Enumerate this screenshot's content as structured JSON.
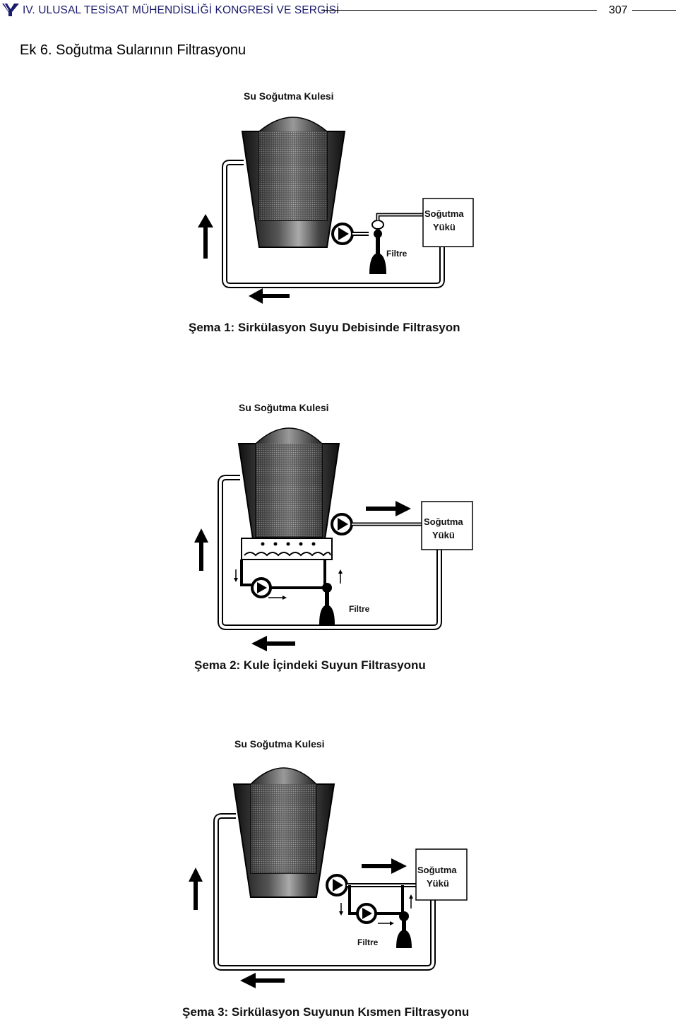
{
  "header": {
    "conference": "IV. ULUSAL TESİSAT MÜHENDİSLİĞİ KONGRESİ VE SERGİSİ",
    "page_number": "307"
  },
  "section_title": "Ek 6. Soğutma Sularının Filtrasyonu",
  "schema1": {
    "tower_label": "Su Soğutma Kulesi",
    "load_line1": "Soğutma",
    "load_line2": "Yükü",
    "filter_label": "Filtre",
    "caption": "Şema 1:  Sirkülasyon Suyu Debisinde Filtrasyon"
  },
  "schema2": {
    "tower_label": "Su Soğutma Kulesi",
    "load_line1": "Soğutma",
    "load_line2": "Yükü",
    "filter_label": "Filtre",
    "caption": "Şema 2:  Kule İçindeki Suyun Filtrasyonu"
  },
  "schema3": {
    "tower_label": "Su Soğutma Kulesi",
    "load_line1": "Soğutma",
    "load_line2": "Yükü",
    "filter_label": "Filtre",
    "caption": "Şema 3:  Sirkülasyon Suyunun Kısmen Filtrasyonu"
  }
}
